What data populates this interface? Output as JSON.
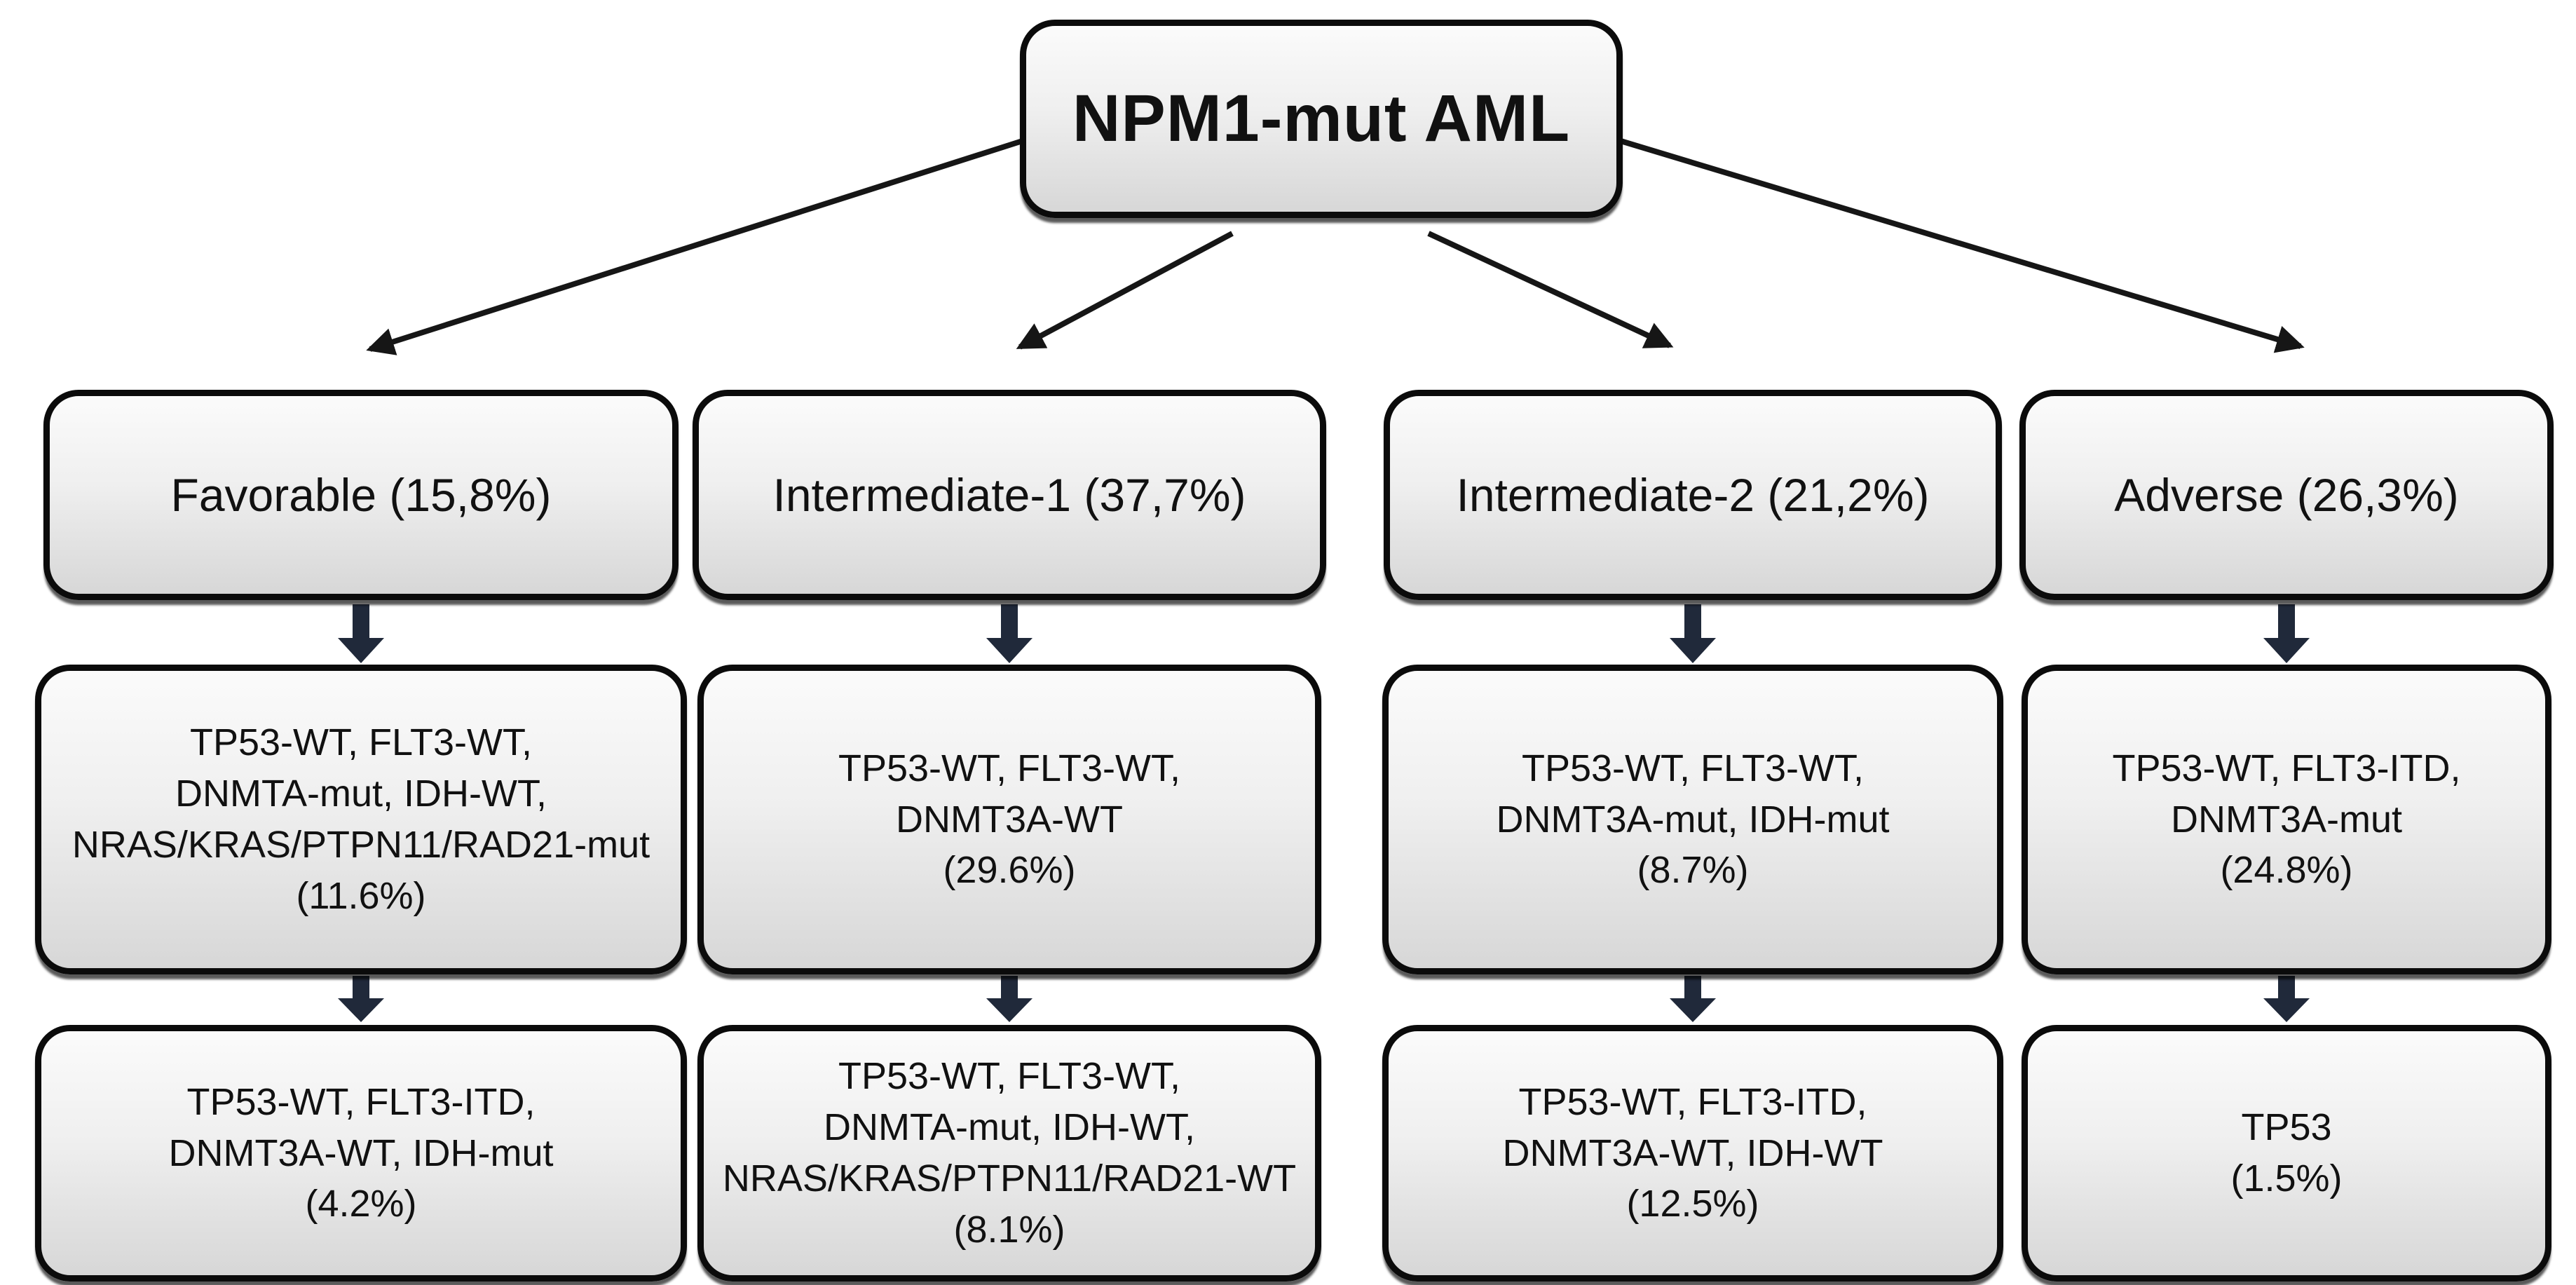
{
  "diagram": {
    "root": {
      "label": "NPM1-mut AML"
    },
    "columns": [
      {
        "category": "Favorable (15,8%)",
        "middle": "TP53-WT, FLT3-WT,\nDNMTA-mut, IDH-WT,\nNRAS/KRAS/PTPN11/RAD21-mut\n(11.6%)",
        "bottom": "TP53-WT, FLT3-ITD,\nDNMT3A-WT, IDH-mut\n(4.2%)"
      },
      {
        "category": "Intermediate-1 (37,7%)",
        "middle": "TP53-WT, FLT3-WT,\nDNMT3A-WT\n(29.6%)",
        "bottom": "TP53-WT, FLT3-WT,\nDNMTA-mut, IDH-WT,\nNRAS/KRAS/PTPN11/RAD21-WT\n(8.1%)"
      },
      {
        "category": "Intermediate-2 (21,2%)",
        "middle": "TP53-WT, FLT3-WT,\nDNMT3A-mut, IDH-mut\n(8.7%)",
        "bottom": "TP53-WT, FLT3-ITD,\nDNMT3A-WT, IDH-WT\n(12.5%)"
      },
      {
        "category": "Adverse (26,3%)",
        "middle": "TP53-WT, FLT3-ITD,\nDNMT3A-mut\n(24.8%)",
        "bottom": "TP53\n(1.5%)"
      }
    ],
    "colors": {
      "block_arrow": "#20293A",
      "connector_line": "#161616",
      "box_border": "#0b0b0b",
      "box_fill_top": "#fbfbfb",
      "box_fill_bottom": "#d7d7d7"
    }
  }
}
